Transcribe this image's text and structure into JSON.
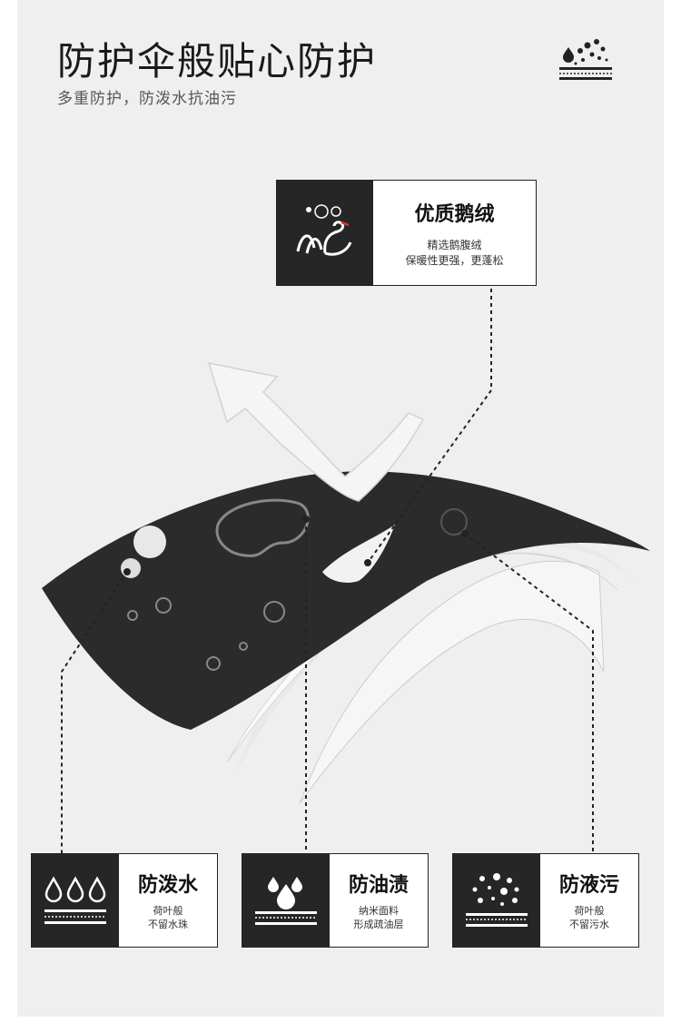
{
  "header": {
    "title": "防护伞般贴心防护",
    "subtitle": "多重防护，防泼水抗油污",
    "corner_icon": "water-droplets-on-fabric-icon"
  },
  "top_card": {
    "icon": "swan-icon",
    "title": "优质鹅绒",
    "line1": "精选鹅腹绒",
    "line2": "保暖性更强，更蓬松"
  },
  "bottom_cards": [
    {
      "icon": "water-drops-icon",
      "title": "防泼水",
      "line1": "荷叶般",
      "line2": "不留水珠"
    },
    {
      "icon": "oil-drops-icon",
      "title": "防油渍",
      "line1": "纳米面料",
      "line2": "形成疏油层"
    },
    {
      "icon": "stain-dots-icon",
      "title": "防液污",
      "line1": "荷叶般",
      "line2": "不留污水"
    }
  ],
  "illustration": {
    "name": "fabric-layers-illustration",
    "colors": {
      "outer": "#2b2b2b",
      "lining": "#f3f3f3",
      "arrow": "#f5f5f5"
    }
  }
}
